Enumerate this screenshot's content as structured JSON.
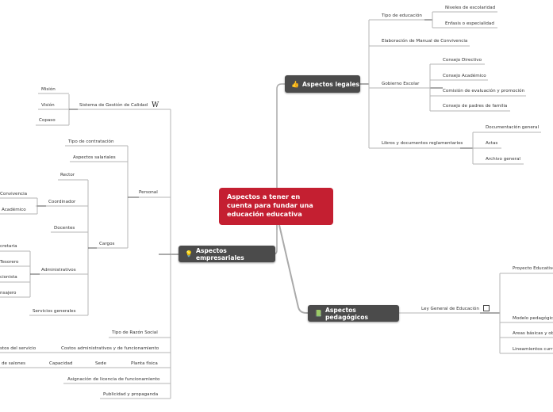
{
  "center": {
    "title": "Aspectos a tener en cuenta para fundar una educación educativa",
    "color": "#c41f31"
  },
  "legales": {
    "title": "Aspectos legales",
    "icon": "thumbs-up-icon",
    "tipo_educacion": {
      "label": "Tipo de educación",
      "children": [
        "Niveles de escolaridad",
        "Enfasis o especialidad"
      ]
    },
    "manual": "Elaboración de Manual de Convivencia",
    "gobierno": {
      "label": "Gobierno Escolar",
      "children": [
        "Consejo Directivo",
        "Consejo Académico",
        "Comisión de evaluación y promoción",
        "Consejo de padres de familia"
      ]
    },
    "libros": {
      "label": "Libros y documentos reglamentarios",
      "children": [
        "Documentación general",
        "Actas",
        "Archivo general"
      ]
    }
  },
  "empresariales": {
    "title": "Aspectos empresariales",
    "icon": "lightbulb-icon",
    "sgc": {
      "label": "Sistema de Gestión de Calidad",
      "icon": "wikipedia-icon",
      "children": [
        "Misión",
        "Visión",
        "Copaso"
      ]
    },
    "personal": {
      "label": "Personal",
      "children": [
        "Tipo de contratación",
        "Aspectos salariales"
      ]
    },
    "cargos": {
      "label": "Cargos",
      "rector": "Rector",
      "coordinador": "Coordinador",
      "coordinador_children": [
        "Convivencia",
        "Académico"
      ],
      "docentes": "Docentes",
      "administrativos": "Administrativos",
      "administrativos_children": [
        "cretaria",
        "Tesorero",
        "cionista",
        "nsajero"
      ],
      "servicios": "Servicios generales"
    },
    "razon_social": "Tipo de Razón Social",
    "costos": {
      "label": "Costos administrativos y de funcionamiento",
      "child": "stos del servicio"
    },
    "planta": {
      "label": "Planta física",
      "sede": "Sede",
      "capacidad": "Capacidad",
      "salones": "de salones"
    },
    "licencia": "Asignación de licencia de funcionamiento",
    "publicidad": "Publicidad y propaganda"
  },
  "pedagogicos": {
    "title": "Aspectos pedagógicos",
    "icon": "book-icon",
    "ley": {
      "label": "Ley General de Educación",
      "icon": "external-link-icon",
      "children": [
        "Proyecto Educativo",
        "Modelo pedagógico",
        "Areas básicas y ob",
        "Lineamientos curri"
      ]
    }
  }
}
